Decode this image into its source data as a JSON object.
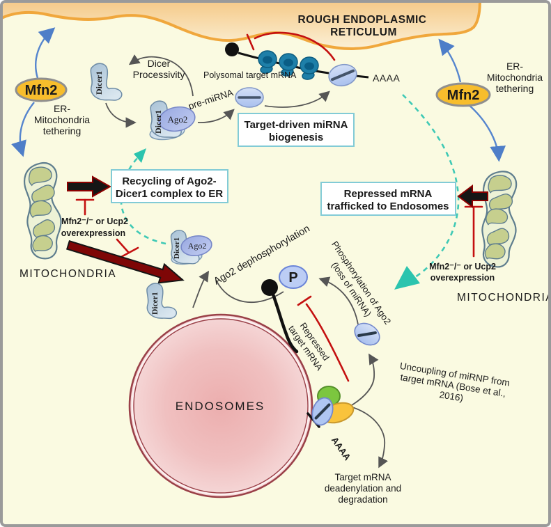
{
  "colors": {
    "background": "#FAFAE1",
    "er_fill_top": "#F5C987",
    "er_line": "#F0A73C",
    "mfn2_fill": "#F7BD2C",
    "blue_arrow": "#5585CE",
    "teal_dash": "#3FC9B5",
    "inhibition_red": "#C41010",
    "red_text": "#DF1F1F",
    "gray_arrow": "#555555",
    "endosome_fill": "#EEB6B6",
    "endosome_border": "#9A4048",
    "ribosome_fill": "#1E7FA8",
    "mirnp_fill": "#BFD1F2",
    "ago2_fill": "#A9B6E8",
    "dicer_fill": "#C9DCEA",
    "mito_inner": "#C6CF8E",
    "deadenylation_text": "#88ACD8",
    "processivity_text": "#8B8B74"
  },
  "labels": {
    "er_title": [
      "ROUGH ENDOPLASMIC",
      "RETICULUM"
    ],
    "mfn2": "Mfn2",
    "tether": [
      "ER-",
      "Mitochondria",
      "tethering"
    ],
    "mitochondria": "MITOCHONDRIA",
    "dicer_processivity": [
      "Dicer",
      "Processivity"
    ],
    "polysomal": "Polysomal target mRNA",
    "pre_mirna": "pre-miRNA",
    "polya_top": "AAAA",
    "polya_bottom": "AAAA",
    "box_target": [
      "Target-driven miRNA",
      "biogenesis"
    ],
    "box_recycling": [
      "Recycling of Ago2-",
      "Dicer1 complex to ER"
    ],
    "box_repressed": [
      "Repressed mRNA",
      "trafficked to Endosomes"
    ],
    "inhibitor": [
      "Mfn2⁻/⁻ or Ucp2",
      "overexpression"
    ],
    "ago2_dephospho": "Ago2 dephosphorylation",
    "phospho": [
      "Phosphorylation of Ago2",
      "(loss of miRNA)"
    ],
    "repressed_mrna": [
      "Repressed",
      "target mRNA"
    ],
    "endosomes": "ENDOSOMES",
    "uncoupling": [
      "Uncoupling of miRNP from",
      "target mRNA (Bose et al.,",
      "2016)"
    ],
    "deadenylation": [
      "Target mRNA",
      "deadenylation and",
      "degradation"
    ],
    "dicer1": "Dicer1",
    "ago2": "Ago2",
    "p": "P"
  }
}
